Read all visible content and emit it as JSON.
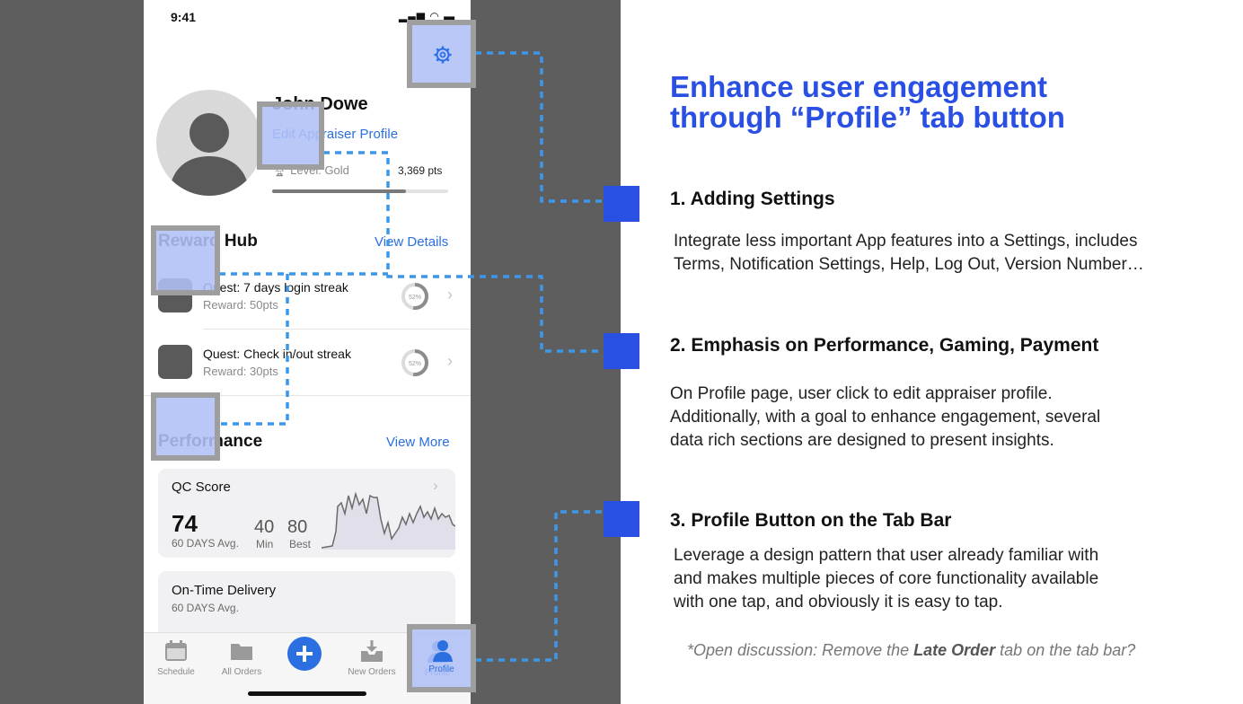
{
  "phone": {
    "status_time": "9:41",
    "profile": {
      "name": "John Dowe",
      "edit_link": "Edit Appraiser Profile",
      "level": "Level: Gold",
      "points": "3,369 pts",
      "level_progress": 0.76
    },
    "reward_hub": {
      "title": "Reward Hub",
      "link": "View Details",
      "quests": [
        {
          "title": "Quest: 7 days login streak",
          "reward": "Reward: 50pts",
          "progress": "52%"
        },
        {
          "title": "Quest: Check in/out streak",
          "reward": "Reward: 30pts",
          "progress": "52%"
        }
      ]
    },
    "performance": {
      "title": "Performance",
      "link": "View More",
      "qc_card": {
        "label": "QC Score",
        "value": "74",
        "value_caption": "60 DAYS Avg.",
        "min_value": "40",
        "min_label": "Min",
        "best_value": "80",
        "best_label": "Best"
      },
      "delivery_card": {
        "label": "On-Time Delivery",
        "caption": "60 DAYS Avg."
      }
    },
    "tabbar": {
      "tabs": [
        {
          "label": "Schedule",
          "icon": "calendar-icon"
        },
        {
          "label": "All Orders",
          "icon": "folder-icon"
        },
        {
          "label": "",
          "icon": "plus-icon"
        },
        {
          "label": "New Orders",
          "icon": "inbox-download-icon"
        },
        {
          "label": "Profile",
          "icon": "person-icon"
        }
      ]
    }
  },
  "panel": {
    "heading_line1": "Enhance user engagement",
    "heading_line2": "through “Profile” tab button",
    "items": [
      {
        "title": "1. Adding Settings",
        "body": [
          "Integrate less important App features into a Settings, includes",
          "Terms, Notification Settings, Help, Log Out, Version Number…"
        ]
      },
      {
        "title": "2. Emphasis on Performance, Gaming, Payment",
        "body": [
          "On Profile page, user click to edit appraiser profile.",
          "Additionally, with a goal to enhance engagement, several",
          "data rich sections are designed to present insights."
        ]
      },
      {
        "title": "3. Profile Button on the Tab Bar",
        "body": [
          "Leverage a design pattern that user already familiar with",
          "and makes multiple pieces of core functionality available",
          "with one tap, and obviously it is easy to tap."
        ]
      }
    ],
    "note_prefix": "*Open discussion: Remove the ",
    "note_bold": "Late Order",
    "note_suffix": " tab on the tab bar?"
  },
  "colors": {
    "accent": "#2a4fe3",
    "link": "#2b6fe0",
    "connector": "#3d97e8",
    "highlight": "#b0c0f6",
    "background_dark": "#5e5e5e"
  }
}
